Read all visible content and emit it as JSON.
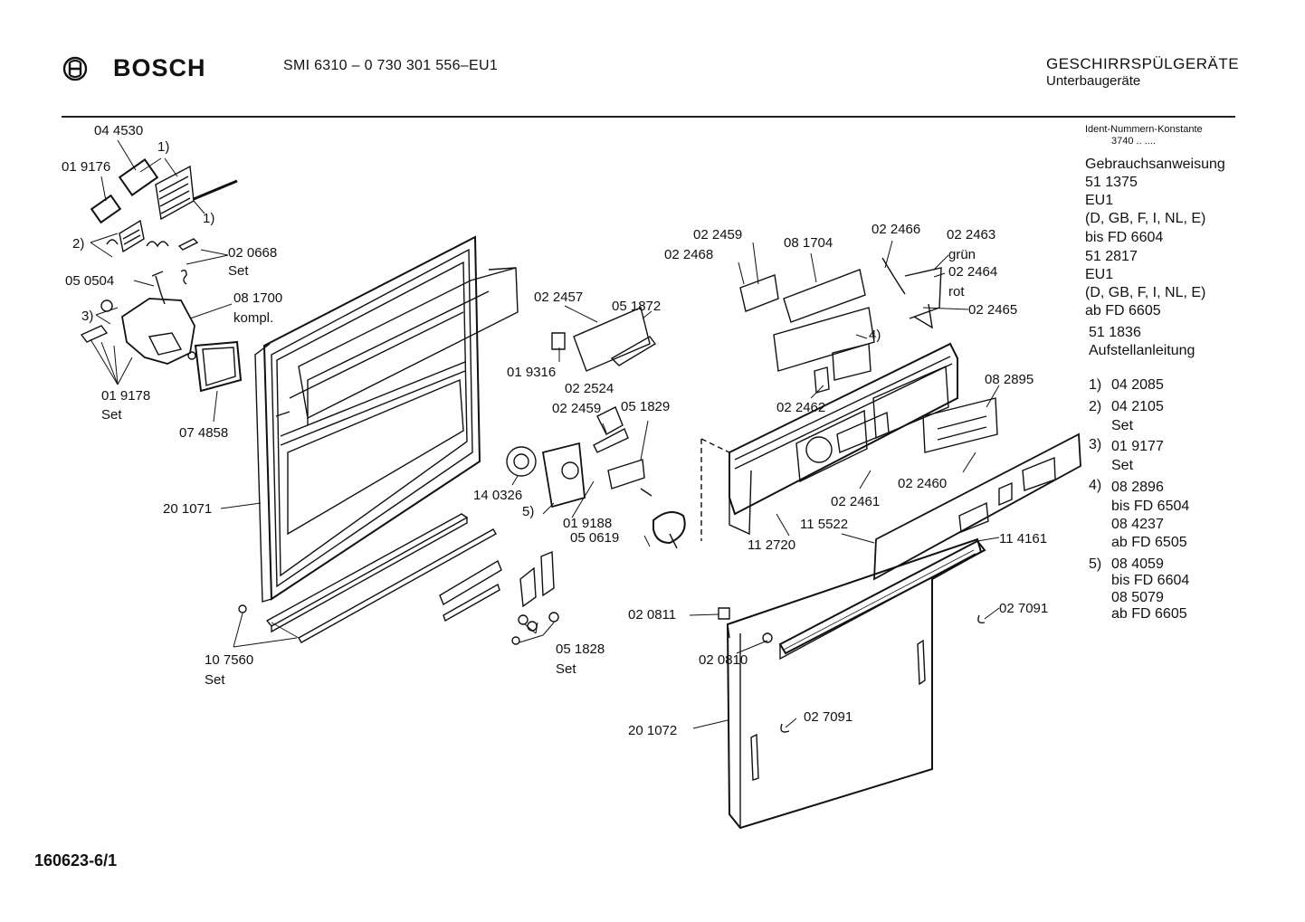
{
  "header": {
    "brand": "BOSCH",
    "model_line": "SMI 6310 – 0 730 301 556–EU1",
    "category": "GESCHIRRSPÜLGERÄTE",
    "subcategory": "Unterbaugeräte"
  },
  "footer": {
    "doc_number": "160623-6/1"
  },
  "sidebar": {
    "ident_title": "Ident-Nummern-Konstante",
    "ident_value": "3740 .. ....",
    "lines": [
      "Gebrauchsanweisung",
      "51 1375",
      "EU1",
      "(D, GB, F, I, NL, E)",
      "bis FD 6604",
      "51 2817",
      "EU1",
      "(D, GB, F, I, NL, E)",
      "ab FD 6605",
      "51 1836",
      "Aufstellanleitung"
    ],
    "notes": [
      {
        "num": "1)",
        "lines": [
          "04 2085"
        ]
      },
      {
        "num": "2)",
        "lines": [
          "04 2105",
          "Set"
        ]
      },
      {
        "num": "3)",
        "lines": [
          "01 9177",
          "Set"
        ]
      },
      {
        "num": "4)",
        "lines": [
          "08 2896",
          "bis FD 6504",
          "08 4237",
          "ab FD 6505"
        ]
      },
      {
        "num": "5)",
        "lines": [
          "08 4059",
          "bis FD 6604",
          "08 5079",
          "ab FD 6605"
        ]
      }
    ]
  },
  "parts": [
    "04 4530",
    "1)",
    "01 9176",
    "1)",
    "2)",
    "02 0668",
    "Set",
    "05 0504",
    "08 1700",
    "kompl.",
    "3)",
    "01 9178",
    "Set",
    "07 4858",
    "20 1071",
    "10 7560",
    "Set",
    "02 2457",
    "05 1872",
    "01 9316",
    "02 2524",
    "02 2459",
    "05 1829",
    "14 0326",
    "5)",
    "01 9188",
    "05 0619",
    "05 1828",
    "Set",
    "02 2459",
    "02 2468",
    "08 1704",
    "02 2466",
    "02 2463",
    "grün",
    "02 2464",
    "rot",
    "02 2465",
    "4)",
    "02 2462",
    "08 2895",
    "02 2461",
    "02 2460",
    "11 5522",
    "11 2720",
    "11 4161",
    "02 0811",
    "02 0810",
    "02 7091",
    "02 7091",
    "20 1072"
  ]
}
